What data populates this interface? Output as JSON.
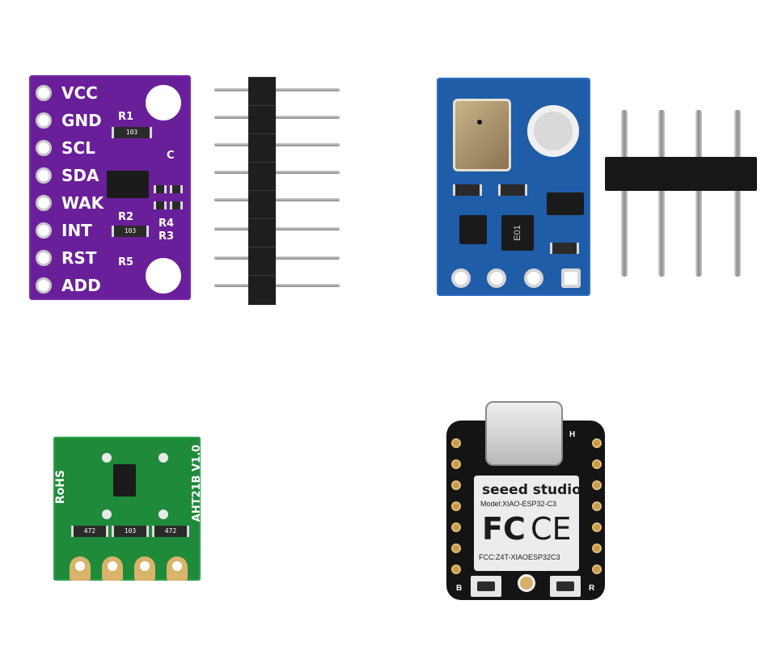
{
  "purple_board": {
    "pins": [
      "VCC",
      "GND",
      "SCL",
      "SDA",
      "WAK",
      "INT",
      "RST",
      "ADD"
    ],
    "components": {
      "r1": "R1",
      "r1_code": "103",
      "c": "C",
      "r2": "R2",
      "r2_code": "103",
      "r4": "R4",
      "r3": "R3",
      "r5": "R5"
    }
  },
  "blue_board": {
    "chip_code": "E01"
  },
  "green_board": {
    "rohs": "RoHS",
    "model": "AHT21B V1.0",
    "res_codes": [
      "472",
      "103",
      "472"
    ]
  },
  "xiao_board": {
    "brand": "seeed studio",
    "model": "Model:XIAO-ESP32-C3",
    "fcc_logo": "FC",
    "ce_logo": "CE",
    "fcc_id": "FCC:Z4T-XIAOESP32C3",
    "btn_left": "B",
    "btn_right": "R",
    "corner_mark": "H"
  },
  "icons": [
    "pin-header-icon",
    "usb-c-icon",
    "sensor-can-icon"
  ]
}
